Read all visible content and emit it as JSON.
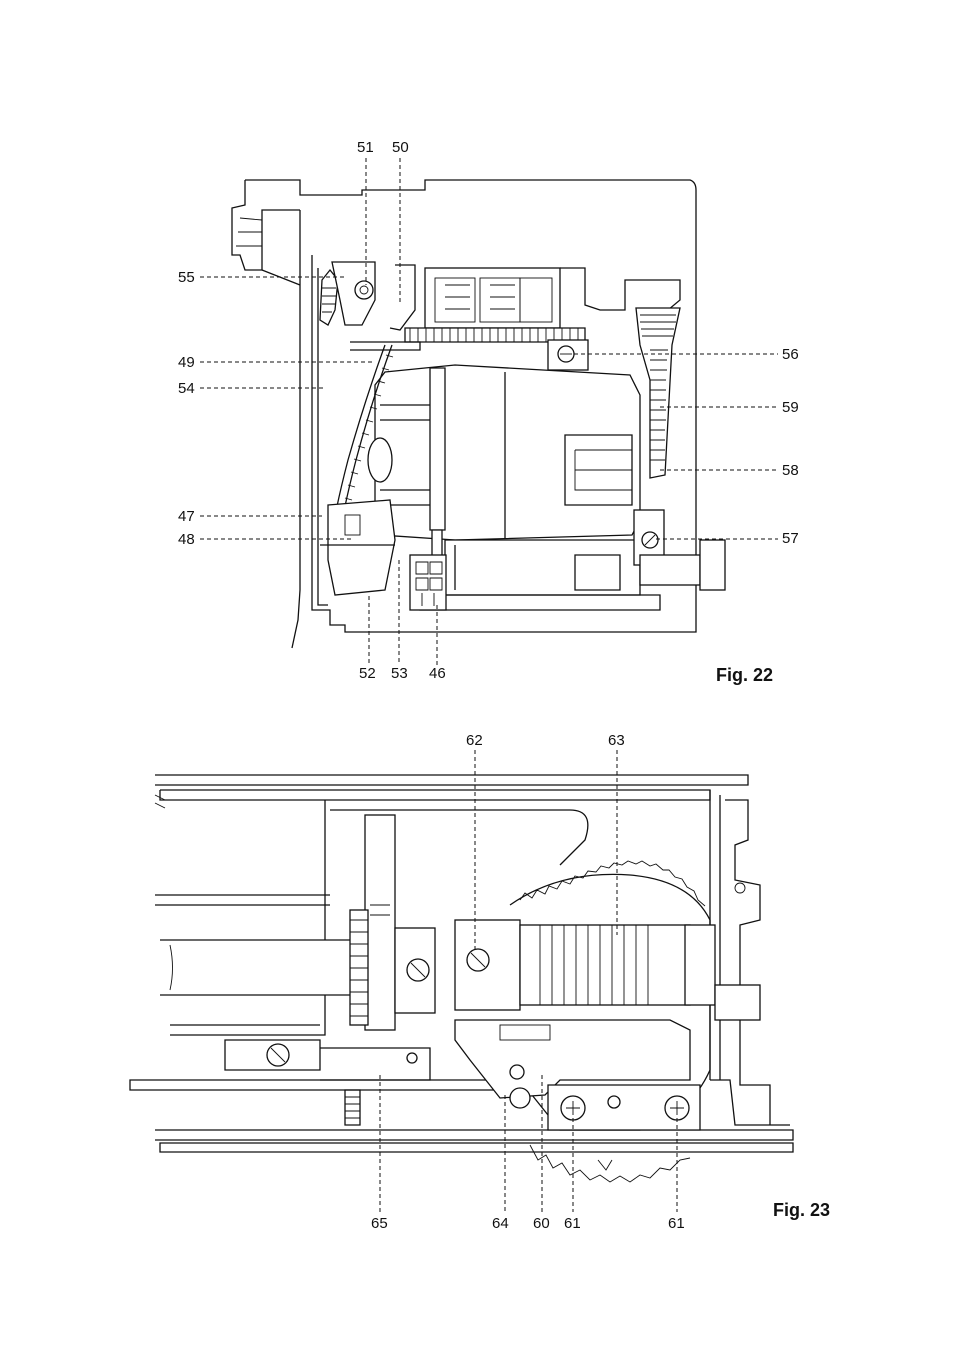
{
  "figures": [
    {
      "id": "fig22",
      "caption": "Fig. 22",
      "labels": [
        "51",
        "50",
        "55",
        "49",
        "54",
        "47",
        "48",
        "52",
        "53",
        "46",
        "56",
        "59",
        "58",
        "57"
      ]
    },
    {
      "id": "fig23",
      "caption": "Fig. 23",
      "labels": [
        "62",
        "63",
        "65",
        "64",
        "60",
        "61",
        "61"
      ]
    }
  ]
}
